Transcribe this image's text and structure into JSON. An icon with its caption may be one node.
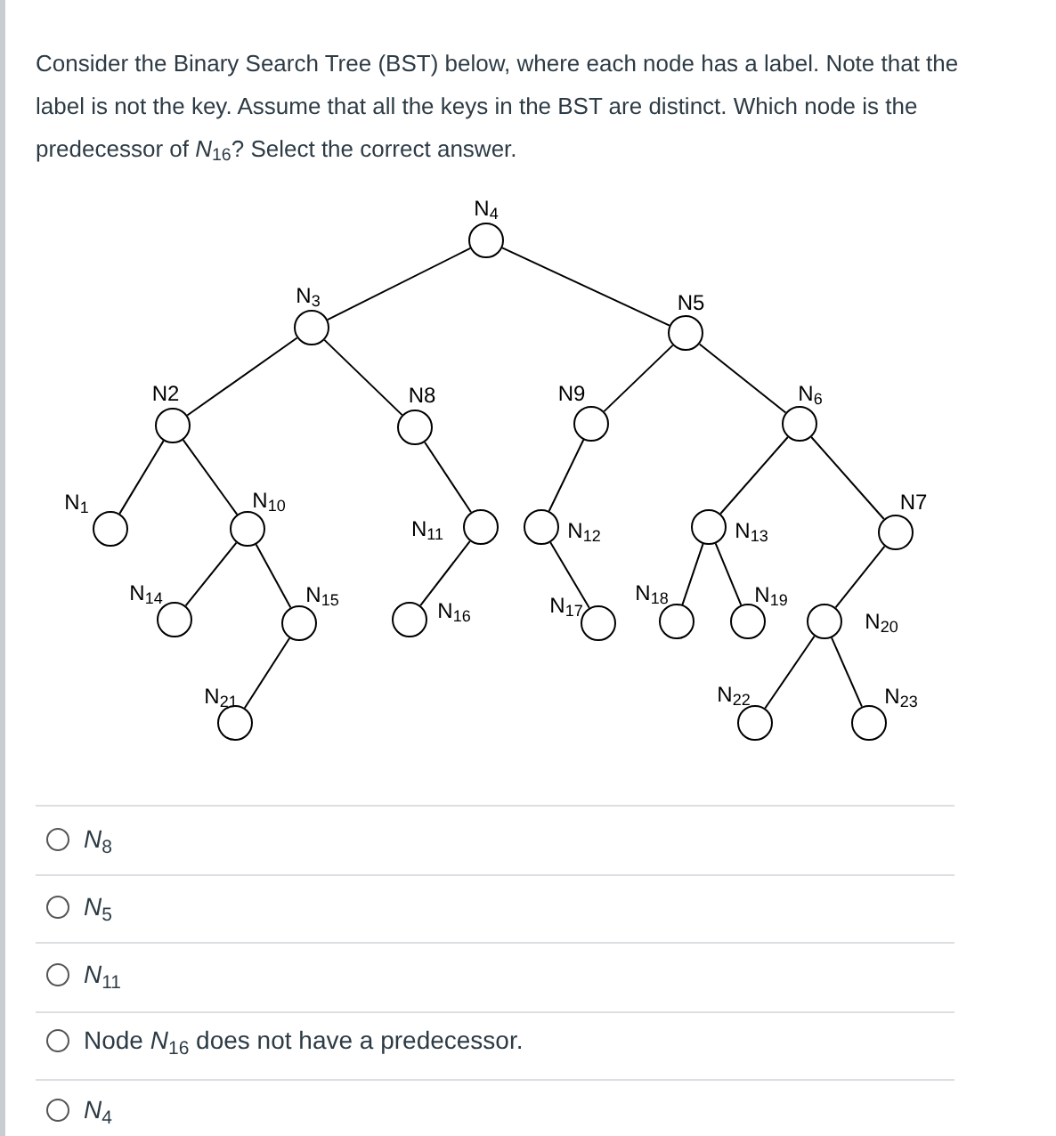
{
  "diagram": {
    "title": "Consider the Binary Search Tree (BST) below, where each node has a label. Note that the label is not the key. Assume that all the keys in the BST are distinct. Which node is the predecessor of *N*$_{16}$? Select the correct answer.",
    "nodes": [
      {
        "text": [
          "N$_{4}$"
        ]
      },
      {
        "text": [
          "N$_{3}$"
        ]
      },
      {
        "text": [
          "N5"
        ]
      },
      {
        "text": [
          "N2"
        ]
      },
      {
        "text": [
          "N8"
        ]
      },
      {
        "text": [
          "N9"
        ]
      },
      {
        "text": [
          "N$_{6}$"
        ]
      },
      {
        "text": [
          "N$_{1}$"
        ]
      },
      {
        "text": [
          "N$_{10}$"
        ]
      },
      {
        "text": [
          "N$_{11}$"
        ]
      },
      {
        "text": [
          "N$_{12}$"
        ]
      },
      {
        "text": [
          "N$_{13}$"
        ]
      },
      {
        "text": [
          "N7"
        ]
      },
      {
        "text": [
          "N$_{14}$"
        ]
      },
      {
        "text": [
          "N$_{15}$"
        ]
      },
      {
        "text": [
          "N$_{16}$"
        ]
      },
      {
        "text": [
          "N$_{17}$"
        ]
      },
      {
        "text": [
          "N$_{18}$"
        ]
      },
      {
        "text": [
          "N$_{19}$"
        ]
      },
      {
        "text": [
          "N$_{20}$"
        ]
      },
      {
        "text": [
          "N$_{21}$"
        ]
      },
      {
        "text": [
          "N$_{22}$"
        ]
      },
      {
        "text": [
          "N$_{23}$"
        ]
      }
    ],
    "edges": [
      {
        "from": 0,
        "to": 1,
        "arrow": "none"
      },
      {
        "from": 0,
        "to": 2,
        "arrow": "none"
      },
      {
        "from": 1,
        "to": 3,
        "arrow": "none"
      },
      {
        "from": 1,
        "to": 4,
        "arrow": "none"
      },
      {
        "from": 2,
        "to": 5,
        "arrow": "none"
      },
      {
        "from": 2,
        "to": 6,
        "arrow": "none"
      },
      {
        "from": 3,
        "to": 7,
        "arrow": "none"
      },
      {
        "from": 3,
        "to": 8,
        "arrow": "none"
      },
      {
        "from": 4,
        "to": 9,
        "arrow": "none"
      },
      {
        "from": 5,
        "to": 10,
        "arrow": "none"
      },
      {
        "from": 6,
        "to": 11,
        "arrow": "none"
      },
      {
        "from": 6,
        "to": 12,
        "arrow": "none"
      },
      {
        "from": 8,
        "to": 13,
        "arrow": "none"
      },
      {
        "from": 8,
        "to": 14,
        "arrow": "none"
      },
      {
        "from": 9,
        "to": 15,
        "arrow": "none"
      },
      {
        "from": 10,
        "to": 16,
        "arrow": "none"
      },
      {
        "from": 11,
        "to": 17,
        "arrow": "none"
      },
      {
        "from": 11,
        "to": 18,
        "arrow": "none"
      },
      {
        "from": 12,
        "to": 19,
        "arrow": "none"
      },
      {
        "from": 14,
        "to": 20,
        "arrow": "none"
      },
      {
        "from": 19,
        "to": 21,
        "arrow": "none"
      },
      {
        "from": 19,
        "to": 22,
        "arrow": "none"
      }
    ],
    "labels": [
      "*N*$_{8}$",
      "*N*$_{5}$",
      "*N*$_{11}$",
      "Node *N*$_{16}$ does not have a predecessor.",
      "*N*$_{4}$"
    ]
  }
}
